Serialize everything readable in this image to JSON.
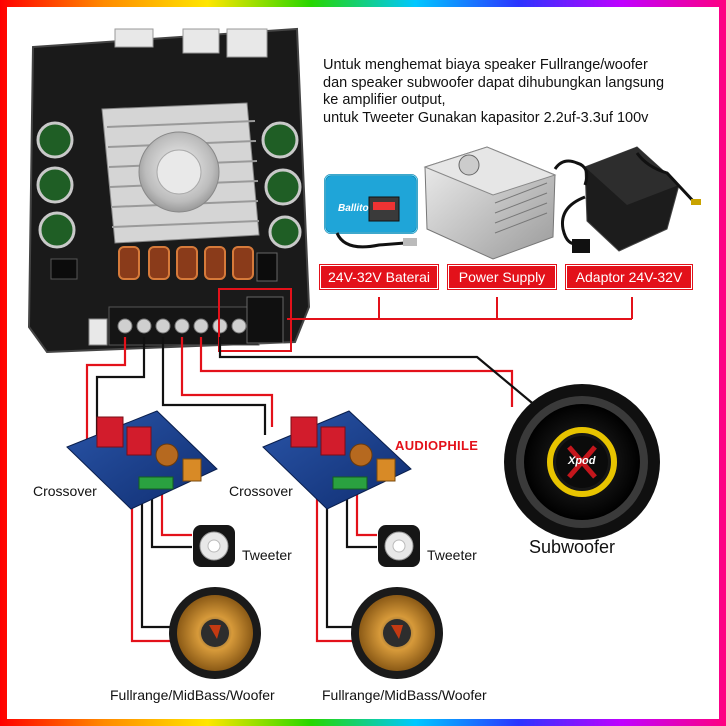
{
  "description": {
    "line1": "Untuk menghemat biaya speaker Fullrange/woofer",
    "line2": "dan speaker subwoofer dapat dihubungkan langsung",
    "line3": "ke amplifier output,",
    "line4": "untuk Tweeter Gunakan kapasitor 2.2uf-3.3uf 100v"
  },
  "power": {
    "battery": "24V-32V Baterai",
    "psu": "Power Supply",
    "adaptor": "Adaptor 24V-32V",
    "battery_brand": "Ballito"
  },
  "speakers": {
    "crossover_left": "Crossover",
    "crossover_right": "Crossover",
    "tweeter_left": "Tweeter",
    "tweeter_right": "Tweeter",
    "woofer_left": "Fullrange/MidBass/Woofer",
    "woofer_right": "Fullrange/MidBass/Woofer",
    "subwoofer": "Subwoofer",
    "sub_brand": "Xpod"
  },
  "watermark": "AUDIOPHILE",
  "colors": {
    "red": "#e3111a",
    "wire_black": "#111111",
    "frame": "rainbow"
  }
}
